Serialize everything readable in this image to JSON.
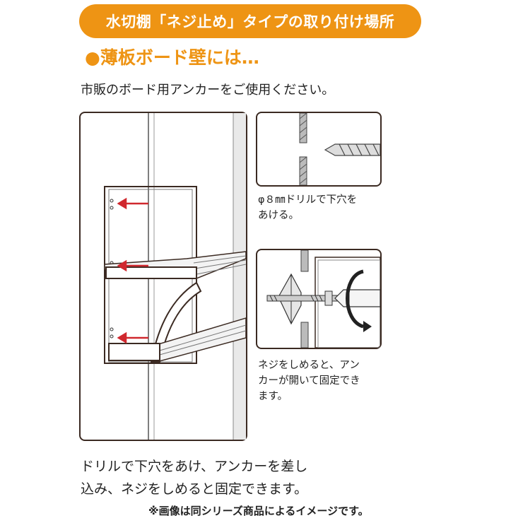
{
  "banner": {
    "text": "水切棚「ネジ止め」タイプの取り付け場所"
  },
  "subtitle": "●薄板ボード壁には…",
  "intro": "市販のボード用アンカーをご使用ください。",
  "steps": [
    {
      "lines": [
        "φ８㎜ドリルで下穴を",
        "あける。"
      ]
    },
    {
      "lines": [
        "ネジをしめると、アン",
        "カーが開いて固定でき",
        "ます。"
      ]
    }
  ],
  "instructions": [
    "ドリルで下穴をあけ、アンカーを差し",
    "込み、ネジをしめると固定できます。"
  ],
  "note": "※画像は同シリーズ商品によるイメージです。",
  "colors": {
    "accent": "#ee9414",
    "outline": "#3b2a22",
    "arrow": "#d0282e"
  }
}
